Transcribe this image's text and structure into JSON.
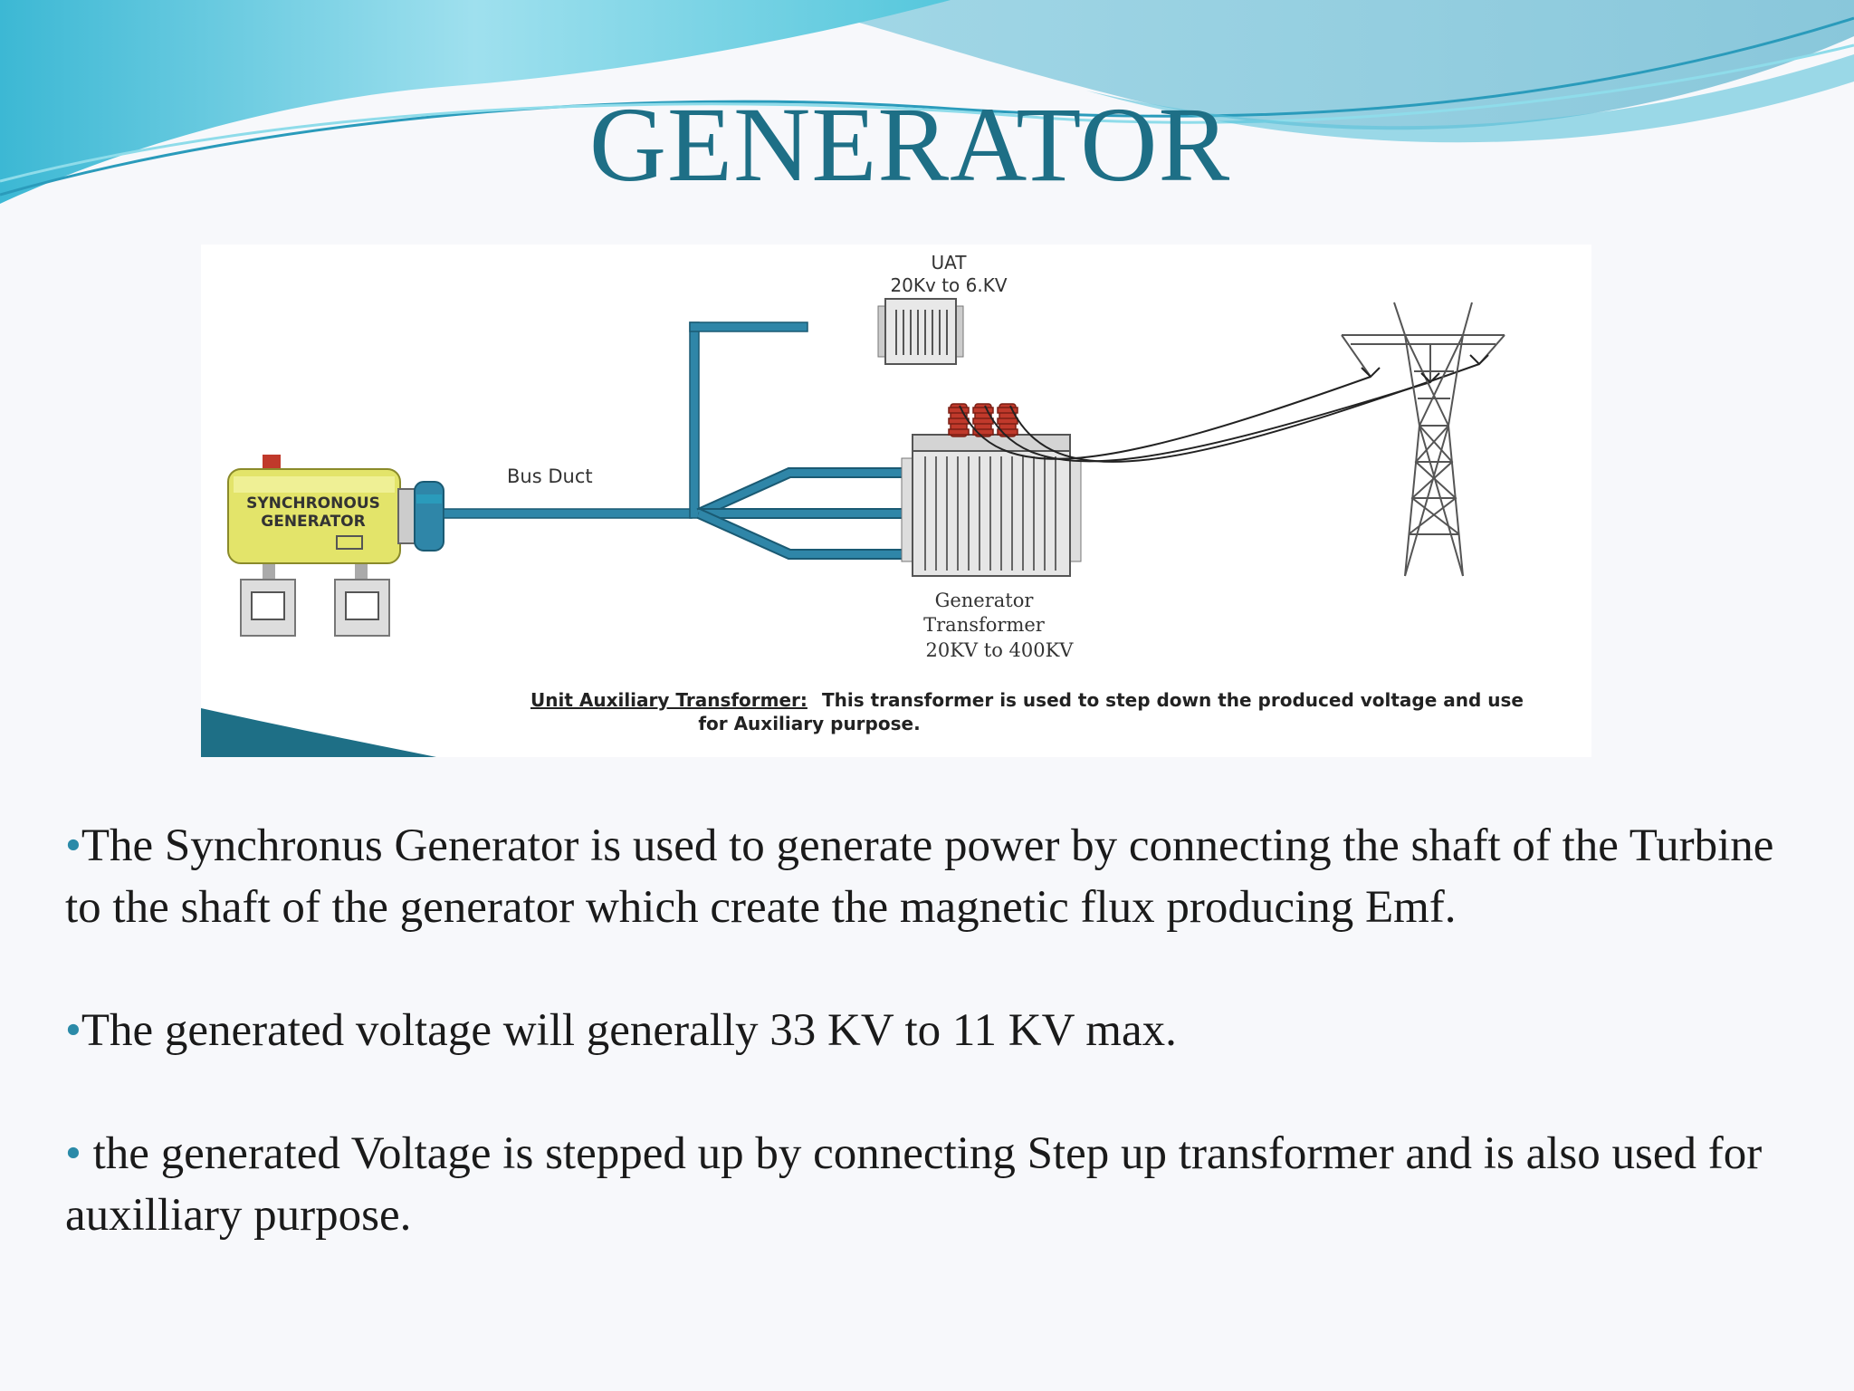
{
  "slide": {
    "title": "GENERATOR",
    "accent_color": "#1e6f86",
    "wave_colors": [
      "#4bbfd6",
      "#8fdcea",
      "#2a9bbb"
    ]
  },
  "diagram": {
    "uat_label": "UAT",
    "uat_rating": "20Kv to 6.KV",
    "bus_duct_label": "Bus Duct",
    "generator_label_line1": "SYNCHRONOUS",
    "generator_label_line2": "GENERATOR",
    "gt_label_line1": "Generator",
    "gt_label_line2": "Transformer",
    "gt_rating": "20KV to 400KV",
    "note_title": "Unit Auxiliary Transformer:",
    "note_line1": "This transformer is used to step down the produced voltage and use",
    "note_line2": "for Auxiliary purpose.",
    "bus_color": "#2f86a8",
    "generator_color": "#e3e46a",
    "bushing_color": "#c0392b"
  },
  "bullets": [
    {
      "marker": "•",
      "text": "The Synchronus Generator is used to generate power by connecting the shaft of the Turbine to the shaft of the generator which create the magnetic flux producing Emf."
    },
    {
      "marker": "•",
      "text": "The generated voltage will generally 33 KV to 11 KV max."
    },
    {
      "marker": "•",
      "text": " the generated Voltage is stepped up by connecting Step up transformer and is also used for auxilliary purpose."
    }
  ]
}
